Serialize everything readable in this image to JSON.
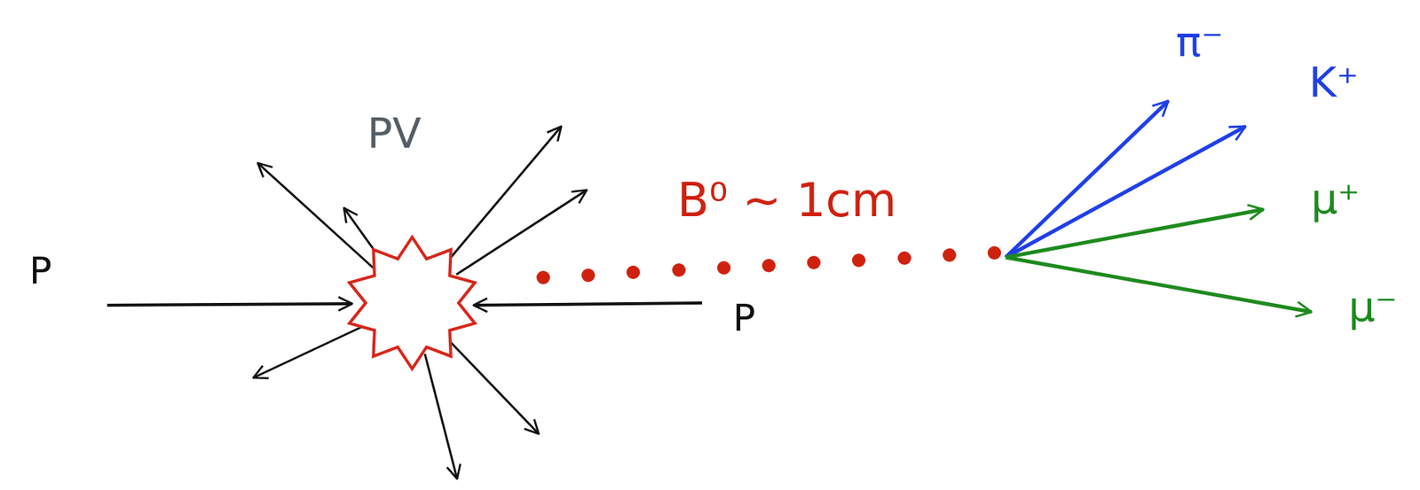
{
  "diagram": {
    "labels": [
      "PV",
      "P",
      "P",
      "B⁰ ~ 1cm",
      "π⁻",
      "K⁺",
      "μ⁺",
      "μ⁻"
    ]
  }
}
